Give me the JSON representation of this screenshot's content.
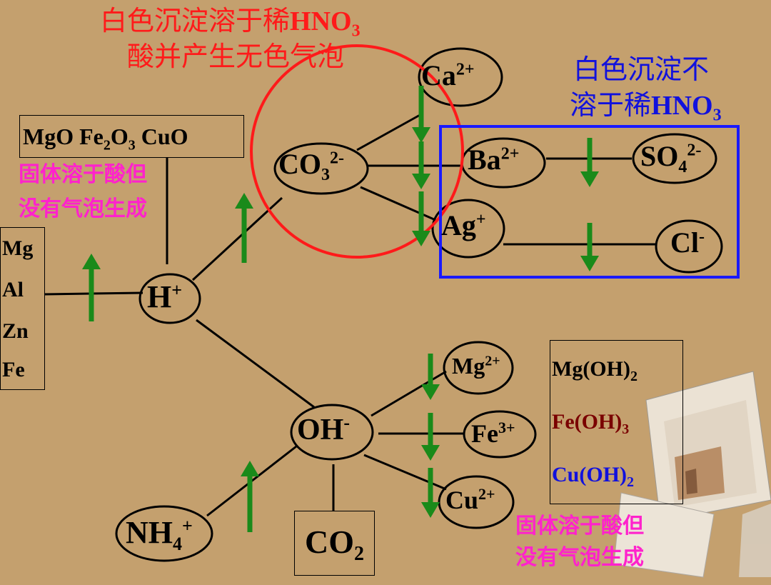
{
  "slide": {
    "background_color": "#c4a06e",
    "caption_red": {
      "line1": "白色沉淀溶于稀",
      "line1_formula": "HNO",
      "line1_sub": "3",
      "line2": "酸并产生无色气泡",
      "color": "#ff1a1a"
    },
    "caption_blue": {
      "line1": "白色沉淀不",
      "line2": "溶于稀",
      "line2_formula": "HNO",
      "line2_sub": "3",
      "color": "#1111dd"
    },
    "caption_magenta_left": {
      "line1": "固体溶于酸但",
      "line2": "没有气泡生成",
      "color": "#ff22cc"
    },
    "caption_magenta_right": {
      "line1": "固体溶于酸但",
      "line2": "没有气泡生成",
      "color": "#ff22cc"
    },
    "oxides": {
      "mgo": "MgO",
      "fe": "Fe",
      "o": "O",
      "cuo": "CuO",
      "sub2": "2",
      "sub3": "3"
    },
    "metals": [
      "Mg",
      "Al",
      "Zn",
      "Fe"
    ],
    "hydroxides": {
      "mg": {
        "text": "Mg(OH)",
        "sub": "2",
        "color": "#000000"
      },
      "fe": {
        "text": "Fe(OH)",
        "sub": "3",
        "color": "#7a0000"
      },
      "cu": {
        "text": "Cu(OH)",
        "sub": "2",
        "color": "#1111dd"
      }
    },
    "ions": {
      "h": {
        "base": "H",
        "sup": "+"
      },
      "co3": {
        "base": "CO",
        "sub": "3",
        "sup": "2-"
      },
      "ca": {
        "base": "Ca",
        "sup": "2+"
      },
      "ba": {
        "base": "Ba",
        "sup": "2+"
      },
      "so4": {
        "base": "SO",
        "sub": "4",
        "sup": "2-"
      },
      "ag": {
        "base": "Ag",
        "sup": "+"
      },
      "cl": {
        "base": "Cl",
        "sup": "-"
      },
      "oh": {
        "base": "OH",
        "sup": "-"
      },
      "mg": {
        "base": "Mg",
        "sup": "2+"
      },
      "fe": {
        "base": "Fe",
        "sup": "3+"
      },
      "cu": {
        "base": "Cu",
        "sup": "2+"
      },
      "nh4": {
        "base": "NH",
        "sub": "4",
        "sup": "+"
      }
    },
    "co2": {
      "base": "CO",
      "sub": "2"
    },
    "colors": {
      "arrow": "#1a8a1a",
      "circle_outline": "#ff1a1a",
      "box_outline": "#1a1aff",
      "lines": "#000000"
    }
  }
}
